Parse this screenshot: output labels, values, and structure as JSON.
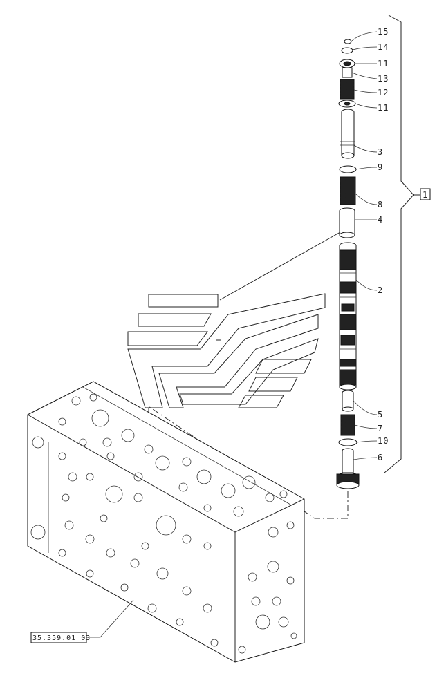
{
  "diagram": {
    "group_label": "1",
    "reference_code": "35.359.01 03",
    "callouts": [
      {
        "id": "c15",
        "label": "15"
      },
      {
        "id": "c14",
        "label": "14"
      },
      {
        "id": "c11a",
        "label": "11"
      },
      {
        "id": "c13",
        "label": "13"
      },
      {
        "id": "c12",
        "label": "12"
      },
      {
        "id": "c11b",
        "label": "11"
      },
      {
        "id": "c3",
        "label": "3"
      },
      {
        "id": "c9",
        "label": "9"
      },
      {
        "id": "c8",
        "label": "8"
      },
      {
        "id": "c4",
        "label": "4"
      },
      {
        "id": "c2",
        "label": "2"
      },
      {
        "id": "c5",
        "label": "5"
      },
      {
        "id": "c7",
        "label": "7"
      },
      {
        "id": "c10",
        "label": "10"
      },
      {
        "id": "c6",
        "label": "6"
      }
    ]
  }
}
